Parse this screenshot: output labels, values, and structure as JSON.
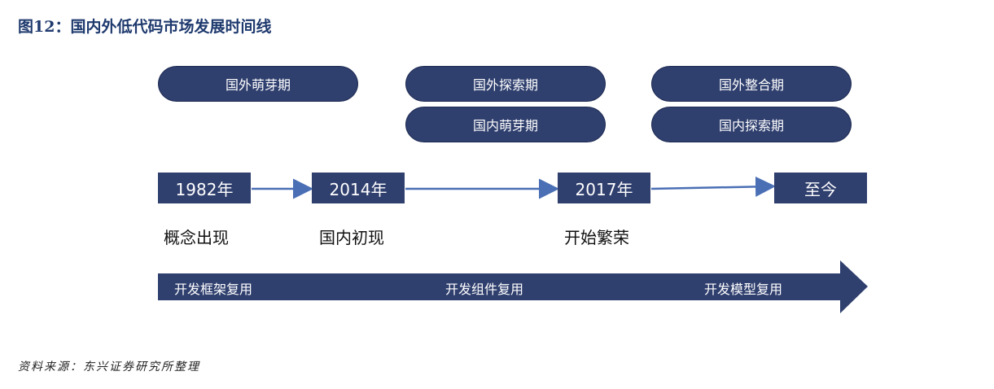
{
  "title": "图12：国内外低代码市场发展时间线",
  "phases": {
    "p1": "国外萌芽期",
    "p2": "国外探索期",
    "p3": "国内萌芽期",
    "p4": "国外整合期",
    "p5": "国内探索期"
  },
  "milestones": [
    {
      "year": "1982年",
      "event": "概念出现"
    },
    {
      "year": "2014年",
      "event": "国内初现"
    },
    {
      "year": "2017年",
      "event": "开始繁荣"
    },
    {
      "year": "至今",
      "event": ""
    }
  ],
  "reuse_stages": [
    "开发框架复用",
    "开发组件复用",
    "开发模型复用"
  ],
  "source": "资料来源：东兴证券研究所整理",
  "colors": {
    "navy": "#2f3f6e",
    "arrow": "#4a6fb5",
    "title": "#1f3a6e"
  }
}
